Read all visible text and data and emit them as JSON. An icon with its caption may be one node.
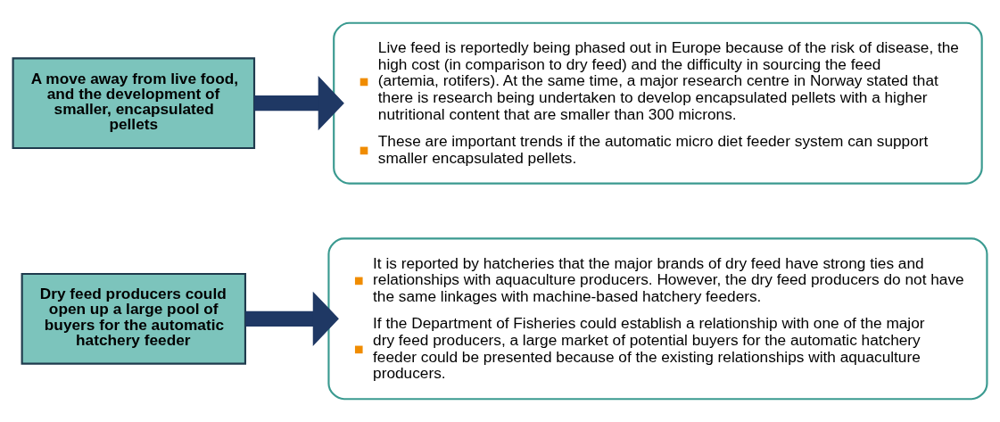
{
  "diagram": {
    "nodes": [
      {
        "text": [
          "Dry feed producers could open up a large pool of buyers for the automatic hatchery feeder"
        ]
      },
      {
        "text": [
          "It is reported by hatcheries that the major brands of dry feed have strong ties and relationships with aquaculture producers. However, the dry feed producers do not have the same linkages with machine-based hatchery feeders.",
          "If the Department of Fisheries could establish a relationship with one of the major dry feed producers, a large market of potential buyers for the automatic hatchery feeder could be presented because of the existing relationships with aquaculture producers."
        ]
      },
      {
        "text": [
          "A move away from live food, and the development of smaller, encapsulated pellets"
        ]
      },
      {
        "text": [
          "Live feed is reportedly being phased out in Europe because of the risk of disease, the high cost (in comparison to dry feed) and the difficulty in sourcing the feed (artemia, rotifers). At the same time, a major research centre in Norway stated that there is research being undertaken to develop encapsulated pellets with a higher nutritional content that are smaller than 300 microns.",
          "These are important trends if the automatic micro diet feeder system can support smaller encapsulated pellets."
        ]
      }
    ],
    "edges": [
      {
        "from": 0,
        "to": 1,
        "arrow": "to"
      },
      {
        "from": 2,
        "to": 3,
        "arrow": "to"
      }
    ]
  }
}
